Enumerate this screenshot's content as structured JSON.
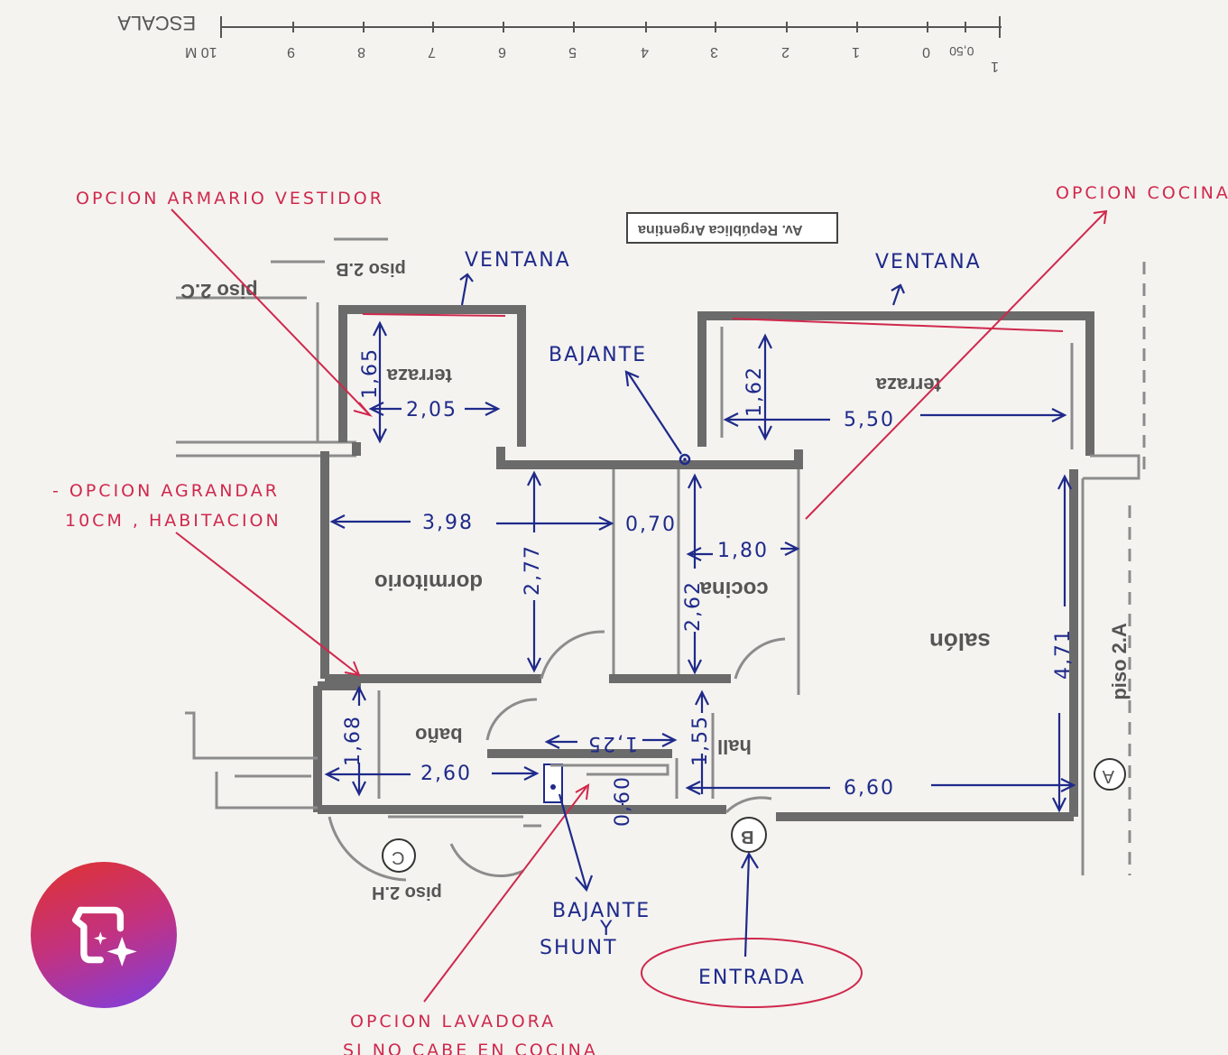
{
  "scale": {
    "label": "ESCALA",
    "ticks": [
      "10 M",
      "9",
      "8",
      "7",
      "6",
      "5",
      "4",
      "3",
      "2",
      "1",
      "0",
      "0,50",
      "1"
    ]
  },
  "street_label": "Av. República Argentina",
  "print_labels": {
    "piso_2b": "piso 2.B",
    "piso_2c": "piso 2.C",
    "piso_2a": "piso 2.A",
    "piso_2h": "piso 2.H",
    "terraza_left": "terraza",
    "terraza_right": "terraza",
    "dormitorio": "dormitorio",
    "cocina": "cocina",
    "salon": "salón",
    "bano": "baño",
    "hall": "hall",
    "marker_a": "A",
    "marker_b": "B",
    "marker_c": "C"
  },
  "annotations_red": {
    "armario": "OPCION ARMARIO VESTIDOR",
    "cocina": "OPCION COCINA",
    "agrandar_1": "- OPCION AGRANDAR",
    "agrandar_2": "10CM , HABITACION",
    "lavadora_1": "OPCION LAVADORA",
    "lavadora_2": "SI NO CABE EN COCINA"
  },
  "annotations_blue": {
    "ventana_left": "VENTANA",
    "ventana_right": "VENTANA",
    "bajante_top": "BAJANTE",
    "bajante_1": "BAJANTE",
    "bajante_2": "Y",
    "bajante_3": "SHUNT",
    "entrada": "ENTRADA"
  },
  "dimensions": {
    "d165": "1,65",
    "d205": "2,05",
    "d162": "1,62",
    "d550": "5,50",
    "d398": "3,98",
    "d070": "0,70",
    "d277": "2,77",
    "d180": "1,80",
    "d262": "2,62",
    "d471": "4,71",
    "d168": "1,68",
    "d260": "2,60",
    "d125": "1,25",
    "d155": "1,55",
    "d060": "0,60",
    "d660": "6,60"
  }
}
